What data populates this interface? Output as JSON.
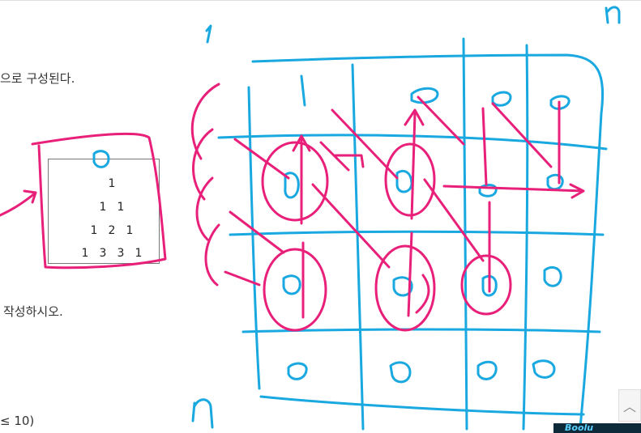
{
  "document": {
    "line1": "으로 구성된다.",
    "line2": "작성하시오.",
    "line3": "≤ 10)"
  },
  "triangle": {
    "rows": [
      [
        "1"
      ],
      [
        "1",
        "1"
      ],
      [
        "1",
        "2",
        "1"
      ],
      [
        "1",
        "3",
        "3",
        "1"
      ]
    ]
  },
  "annotations": {
    "grid_color": "#1aa8e0",
    "ink_color": "#e8207a",
    "label_top": "n",
    "label_bottom": "n",
    "label_left_top": "1",
    "grid_row1": [
      "1",
      "0",
      "0",
      "0"
    ],
    "grid_row2": [
      "0",
      "0",
      "0",
      "0"
    ],
    "grid_row3": [
      "0",
      "0",
      "0",
      "0"
    ],
    "grid_row4": [
      "0",
      "0",
      "0",
      "0"
    ]
  },
  "scroll_top_icon": "chevron-up-icon",
  "watermark_text": "Boolu"
}
